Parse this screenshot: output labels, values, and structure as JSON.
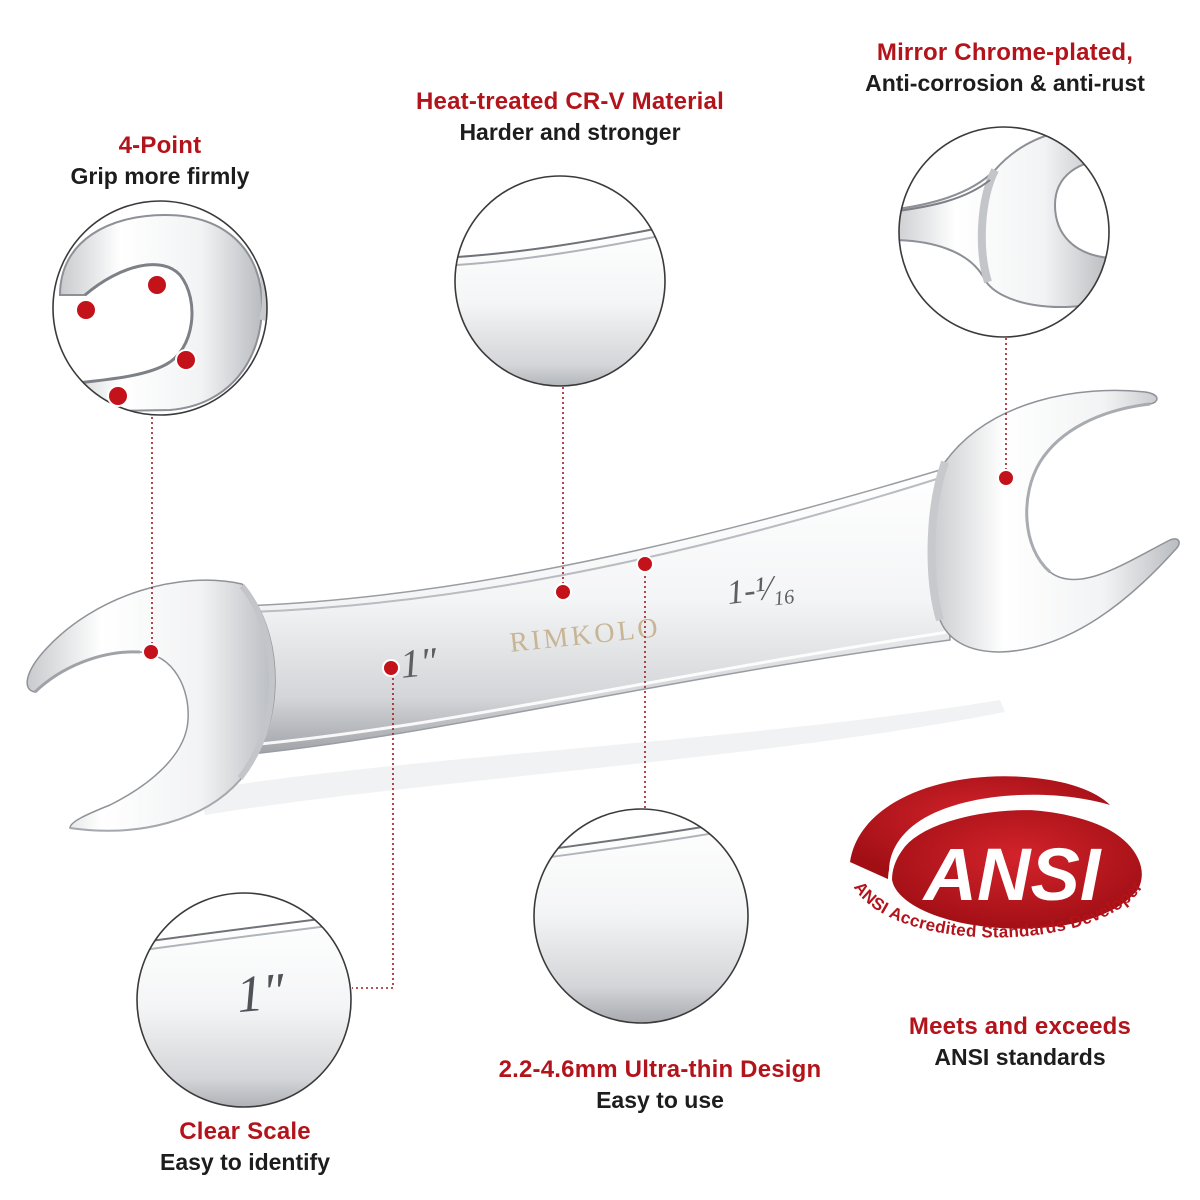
{
  "colors": {
    "accent": "#b3131a",
    "text": "#1d1d1d",
    "leader": "#a11a1f",
    "steel_light": "#ffffff",
    "steel_mid": "#d9dadd",
    "steel_dark": "#8d9096",
    "emboss": "#c9b89a"
  },
  "features": {
    "grip": {
      "headline": "4-Point",
      "subtext": "Grip more firmly"
    },
    "material": {
      "headline": "Heat-treated CR-V Material",
      "subtext": "Harder and stronger"
    },
    "finish": {
      "headline": "Mirror Chrome-plated,",
      "subtext": "Anti-corrosion & anti-rust"
    },
    "scale": {
      "headline": "Clear Scale",
      "subtext": "Easy to identify"
    },
    "thin": {
      "headline": "2.2-4.6mm Ultra-thin Design",
      "subtext": "Easy to use"
    },
    "standard": {
      "headline": "Meets and exceeds",
      "subtext": "ANSI standards"
    }
  },
  "wrench": {
    "brand": "RIMKOLO",
    "size_small": "1″",
    "size_large": "1-¹⁄₁₆"
  },
  "zoom_scale": {
    "mark": "1″"
  },
  "ansi": {
    "logo": "ANSI",
    "ring_text": "ANSI Accredited Standards Developer"
  }
}
